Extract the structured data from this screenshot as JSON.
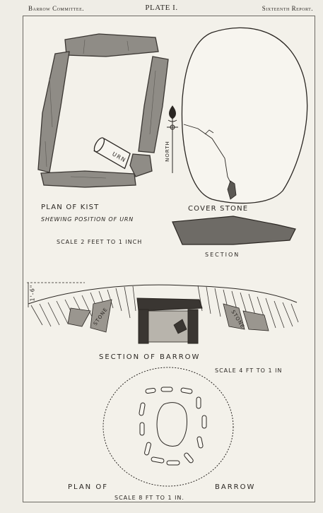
{
  "header": {
    "left": "Barrow Committee.",
    "center": "PLATE I.",
    "right": "Sixteenth Report."
  },
  "plan_kist": {
    "urn_label": "URN",
    "north_label": "NORTH",
    "title": "PLAN OF KIST",
    "subtitle": "SHEWING POSITION OF URN",
    "scale": "SCALE 2 FEET TO 1 INCH"
  },
  "cover_stone": {
    "title": "COVER STONE",
    "section_label": "SECTION"
  },
  "section_barrow": {
    "height_label": "1'-6\"",
    "stone_label_left": "STONE",
    "stone_label_right": "STONE",
    "title": "SECTION OF BARROW",
    "scale": "SCALE 4 FT TO 1 IN"
  },
  "plan_barrow": {
    "title_left": "PLAN OF",
    "title_right": "BARROW",
    "scale": "SCALE 8 FT TO 1 IN."
  }
}
